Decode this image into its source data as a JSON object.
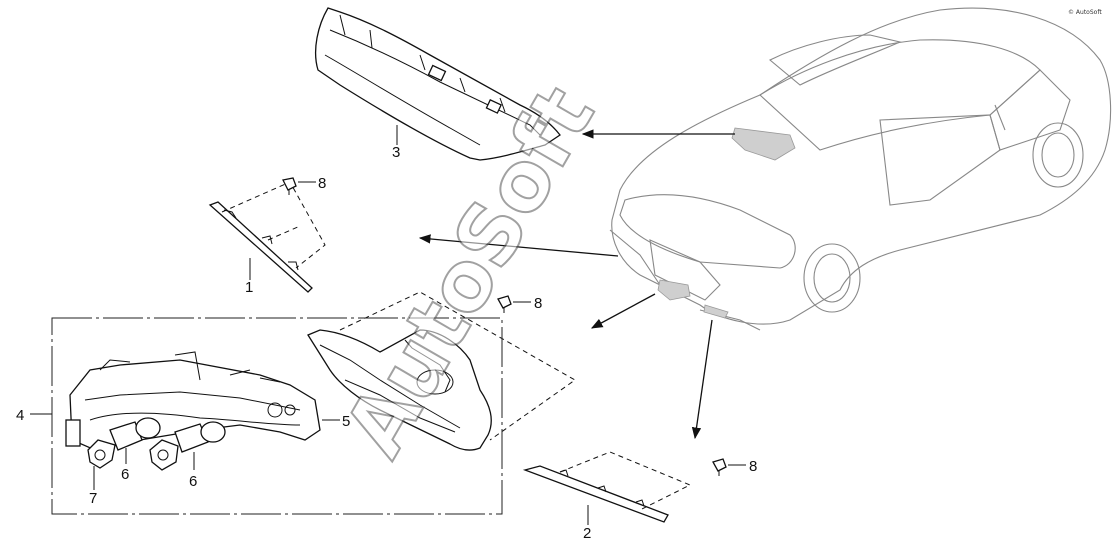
{
  "watermark": {
    "text": "AutoSoft",
    "small_text": "© AutoSoft"
  },
  "callouts": {
    "part_1": "1",
    "part_2": "2",
    "part_3": "3",
    "part_4": "4",
    "part_5": "5",
    "part_6a": "6",
    "part_6b": "6",
    "part_7": "7",
    "part_8a": "8",
    "part_8b": "8",
    "part_8c": "8"
  },
  "icons": {
    "clip": "clip-fastener-icon",
    "arrow": "pointer-arrow-icon"
  }
}
